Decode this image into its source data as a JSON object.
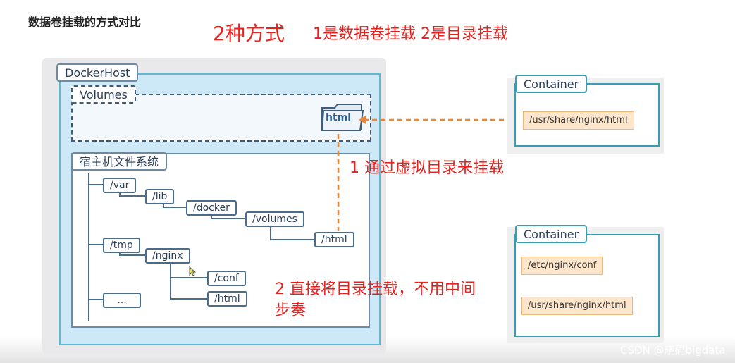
{
  "slide": {
    "title": "数据卷挂载的方式对比",
    "headline": "2种方式",
    "subheadline": "1是数据卷挂载 2是目录挂载"
  },
  "docker_host": {
    "label": "DockerHost",
    "volumes_label": "Volumes",
    "volume_folder_label": "html",
    "fs_label": "宿主机文件系统",
    "tree": {
      "var": "/var",
      "lib": "/lib",
      "docker": "/docker",
      "volumes": "/volumes",
      "volumes_html": "/html",
      "tmp": "/tmp",
      "nginx": "/nginx",
      "conf": "/conf",
      "nginx_html": "/html",
      "more": "..."
    }
  },
  "annotations": {
    "virtual_mount": "1 通过虚拟目录来挂载",
    "direct_mount_line1": "2 直接将目录挂载，不用中间",
    "direct_mount_line2": "步奏"
  },
  "container_1": {
    "label": "Container",
    "path": "/usr/share/nginx/html"
  },
  "container_2": {
    "label": "Container",
    "path_conf": "/etc/nginx/conf",
    "path_html": "/usr/share/nginx/html"
  },
  "watermark": "CSDN @晓码bigdata",
  "colors": {
    "accent_red": "#e8211c",
    "dashed_orange": "#e8853a",
    "host_bg": "#cde9f8",
    "container_border": "#3a9cb0",
    "chip_bg": "#fde6cc"
  }
}
